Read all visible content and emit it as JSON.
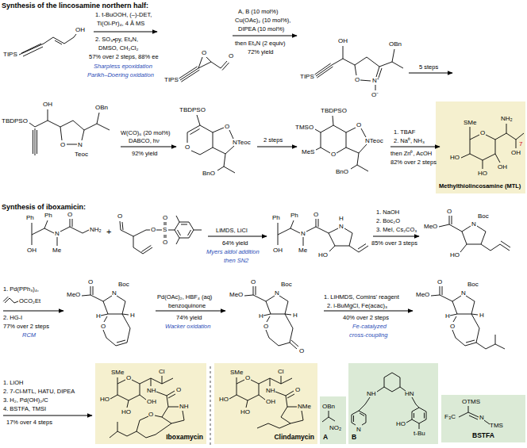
{
  "diagram": {
    "nodes": [
      {
        "text": [
          "Methylthiolincosamine (MTL)"
        ]
      },
      {
        "text": [
          "Iboxamycin"
        ]
      },
      {
        "text": [
          "Clindamycin"
        ]
      },
      {
        "text": [
          "A"
        ]
      },
      {
        "text": [
          "B"
        ]
      },
      {
        "text": [
          "BSTFA"
        ]
      }
    ],
    "labels": [
      "Synthesis of the lincosamine northern half:",
      "TIPS",
      "OH",
      "1. t-BuOOH, (–)-DET,",
      "Ti(Oi-Pr)₄, 4 Å MS",
      "2. SO₃•py, Et₃N,",
      "DMSO, CH₂Cl₂",
      "57% over 2 steps, 88% ee",
      "Sharpless epoxidation",
      "Parikh–Doering oxidation",
      "TIPS",
      "O",
      "O",
      "A, B (10 mol%)",
      "Cu(OAc)₂ (10 mol%),",
      "DIPEA (10 mol%)",
      "then Et₃N (2 equiv)",
      "72% yield",
      "TIPS",
      "OH",
      "O",
      "N⁺",
      "O⁻",
      "OBn",
      "5 steps",
      "TBDPSO",
      "OH",
      "O",
      "N",
      "Teoc",
      "OBn",
      "W(CO)₆ (20 mol%)",
      "DABCO, hν",
      "92% yield",
      "TBDPSO",
      "O",
      "O",
      "NTeoc",
      "BnO",
      "2 steps",
      "TBDPSO",
      "TMSO",
      "MeS",
      "O",
      "O",
      "NTeoc",
      "BnO",
      "1. TBAF",
      "2. Na⁰, NH₃",
      "then Zn⁰, AcOH",
      "82% over 2 steps",
      "SMe",
      "O",
      "HO",
      "HO",
      "OH",
      "NH₂",
      "OH",
      "7",
      "Synthesis of iboxamicin:",
      "Ph",
      "OH",
      "Ph",
      "N",
      "Me",
      "O",
      "NH₂",
      "+",
      "O",
      "O",
      "S",
      "O",
      "O",
      "LiMDS, LiCl",
      "64% yield",
      "Myers aldol addition",
      "then SN2",
      "Ph",
      "OH",
      "Ph",
      "N",
      "Me",
      "O",
      "N",
      "H",
      "HO",
      "1. NaOH",
      "2. Boc₂O",
      "3. MeI, Cs₂CO₃",
      "85% over 3 steps",
      "O",
      "MeO",
      "N",
      "Boc",
      "HO",
      "1. Pd(PPh₃)₄,",
      "OCO₂Et",
      "2. HG-I",
      "77% over 2 steps",
      "RCM",
      "O",
      "MeO",
      "N",
      "Boc",
      "H",
      "H",
      "O",
      "Pd(OAc)₂, HBF₄ (aq)",
      "benzoquinone",
      "74% yield",
      "Wacker oxidation",
      "O",
      "MeO",
      "N",
      "Boc",
      "H",
      "H",
      "O",
      "O",
      "1. LiHMDS, Comins' reagent",
      "2. i-BuMgCl, Fe(acac)₃",
      "40% over 2 steps",
      "Fe-catalyzed",
      "cross-coupling",
      "O",
      "MeO",
      "N",
      "Boc",
      "H",
      "H",
      "O",
      "1. LiOH",
      "2. 7-Cl-MTL, HATU, DIPEA",
      "3. H₂, Pd(OH)₂/C",
      "4. BSTFA, TMSI",
      "17% over 4 steps",
      "SMe",
      "O",
      "HO",
      "HO",
      "OH",
      "Cl",
      "NH",
      "O",
      "NH",
      "O",
      "SMe",
      "O",
      "HO",
      "HO",
      "OH",
      "Cl",
      "NH",
      "O",
      "NMe",
      "OBn",
      "NO₂",
      "NH",
      "HN",
      "N",
      "HO",
      "t-Bu",
      "OTMS",
      "F₃C",
      "N",
      "TMS"
    ]
  }
}
